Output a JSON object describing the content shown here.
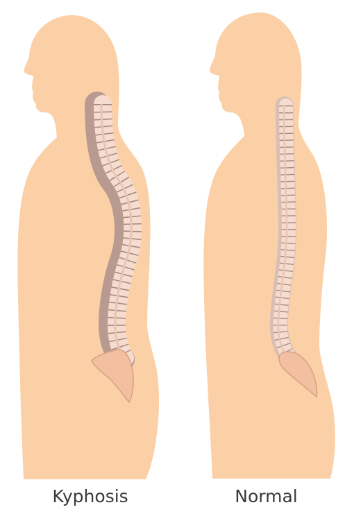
{
  "figures": [
    {
      "id": "kyphosis",
      "label": "Kyphosis"
    },
    {
      "id": "normal",
      "label": "Normal"
    }
  ],
  "colors": {
    "skin": "#fcd0a6",
    "bone_fill": "#f6dccf",
    "bone_shadow": "#b89a90",
    "bone_line": "#a78a80",
    "sacrum": "#f2bfa0",
    "text": "#3a3a3a",
    "background": "#ffffff"
  },
  "icons": [
    "kyphosis-silhouette-icon",
    "normal-silhouette-icon",
    "spine-icon",
    "sacrum-icon"
  ]
}
